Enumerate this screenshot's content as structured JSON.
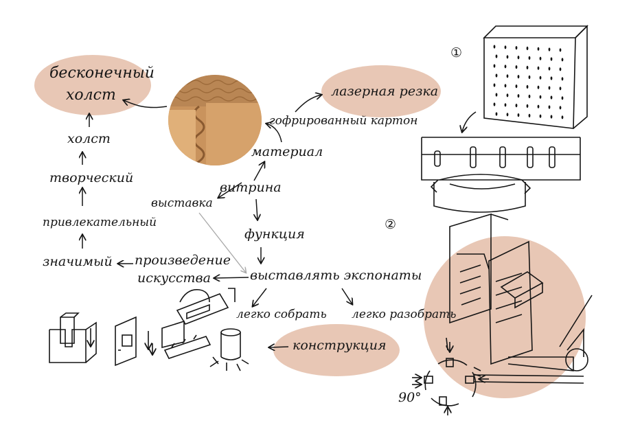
{
  "colors": {
    "ink": "#151515",
    "highlight": "#e8c7b5",
    "cardboard": "#c9935d",
    "cardboard_dark": "#9c6a3a",
    "gray_arrow": "#a8a8a8"
  },
  "labels": {
    "endless_canvas_line1": "бесконечный",
    "endless_canvas_line2": "холст",
    "canvas": "холст",
    "creative": "творческий",
    "attractive": "привлекательный",
    "significant": "значимый",
    "artwork_line1": "произведение",
    "artwork_line2": "искусства",
    "exhibition": "выставка",
    "showcase": "витрина",
    "material": "материал",
    "corrugated_cardboard": "гофрированный картон",
    "laser_cutting": "лазерная резка",
    "function": "функция",
    "display_exhibits": "выставлять экспонаты",
    "easy_assemble": "легко собрать",
    "easy_disassemble": "легко разобрать",
    "construction": "конструкция",
    "step_one": "①",
    "step_two": "②",
    "angle": "90°"
  },
  "icons": [
    "cardboard-photo",
    "perforated-panel-sketch",
    "slotted-base-sketch",
    "assembled-stand-sketch",
    "joint-detail-sketch",
    "cube-slot-sketch",
    "card-slot-sketch",
    "folded-parts-sketch",
    "cylinder-stand-sketch"
  ]
}
